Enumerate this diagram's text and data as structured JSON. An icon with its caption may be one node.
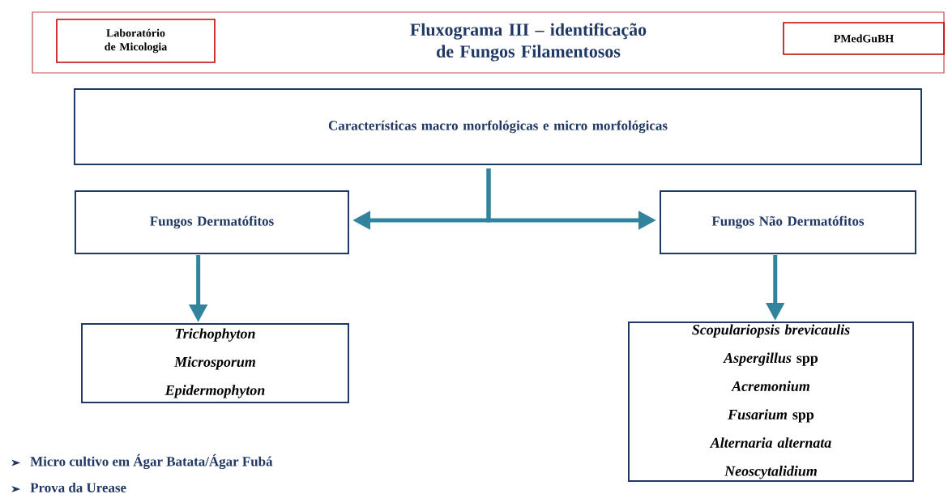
{
  "diagram": {
    "nodes": [
      {
        "text": [
          "Fluxograma III – identificação de Fungos Filamentosos"
        ]
      },
      {
        "text": [
          "Laboratório de Micologia"
        ],
        "in": 0
      },
      {
        "text": [
          "PMedGuBH"
        ],
        "in": 0
      },
      {
        "text": [
          "Características macro morfológicas e micro morfológicas"
        ]
      },
      {
        "text": [
          "Fungos Dermatófitos"
        ]
      },
      {
        "text": [
          "Fungos Não Dermatófitos"
        ]
      },
      {
        "text": [
          "Trichophyton",
          "Microsporum",
          "Epidermophyton"
        ]
      },
      {
        "text": [
          "Scopulariopsis brevicaulis",
          "*Aspergillus* spp",
          "Acremonium",
          "*Fusarium* spp",
          "Alternaria alternata",
          "Neoscytalidium"
        ]
      }
    ],
    "edges": [
      {
        "from": 3,
        "to": 4,
        "arrow": "to"
      },
      {
        "from": 3,
        "to": 5,
        "arrow": "to"
      },
      {
        "from": 4,
        "to": 6,
        "arrow": "to"
      },
      {
        "from": 5,
        "to": 7,
        "arrow": "to"
      }
    ],
    "labels": [
      "Micro cultivo em Ágar Batata/Ágar Fubá",
      "Prova da Urease"
    ]
  }
}
